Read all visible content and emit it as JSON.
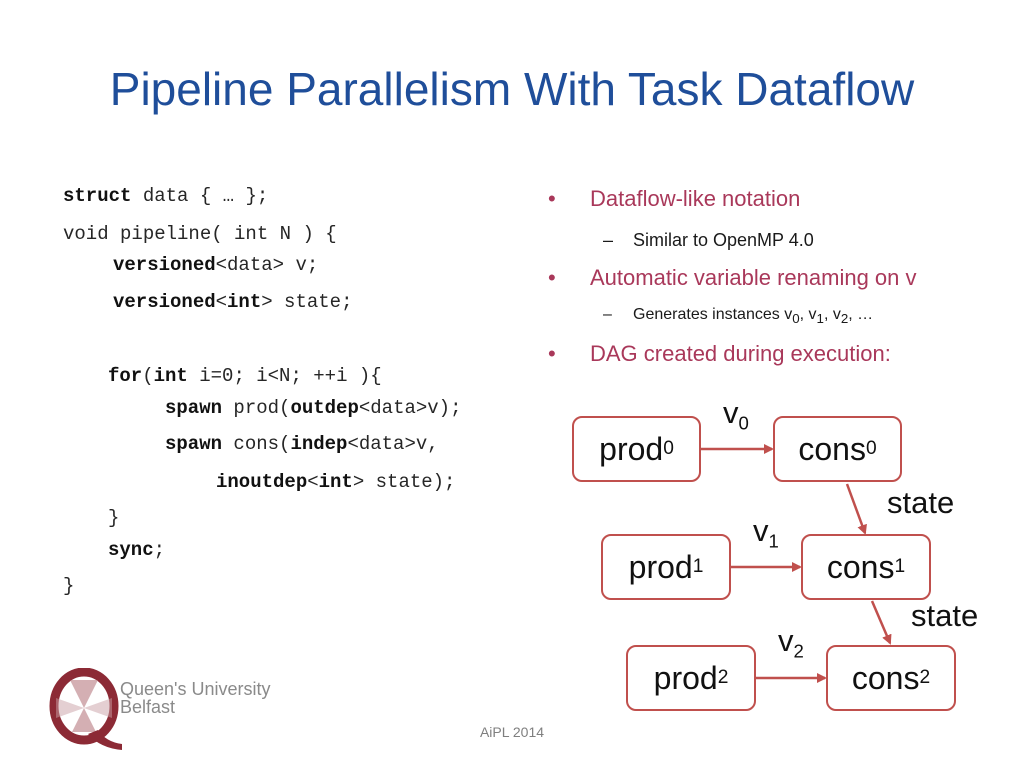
{
  "title": "Pipeline Parallelism With Task Dataflow",
  "code": {
    "l1_kw": "struct",
    "l1_rest": " data { … };",
    "l2": "void pipeline( int N ) {",
    "l3_kw": "versioned",
    "l3_rest": "<data> v;",
    "l4_kw": "versioned",
    "l4_lt": "<",
    "l4_int": "int",
    "l4_rest": "> state;",
    "l5_for": "for",
    "l5_paren": "(",
    "l5_int": "int",
    "l5_rest": " i=0; i<N; ++i ){",
    "l6_kw": "spawn",
    "l6_a": " prod(",
    "l6_kw2": "outdep",
    "l6_rest": "<data>v);",
    "l7_kw": "spawn",
    "l7_a": " cons(",
    "l7_kw2": "indep",
    "l7_rest": "<data>v,",
    "l8_kw": "inoutdep",
    "l8_lt": "<",
    "l8_int": "int",
    "l8_rest": "> state);",
    "l9": "}",
    "l10_kw": "sync",
    "l10_rest": ";",
    "l11": "}"
  },
  "bullets": {
    "b1": "Dataflow-like notation",
    "b1_sub": "Similar to OpenMP 4.0",
    "b2": "Automatic variable renaming on v",
    "b2_sub_prefix": "Generates instances v",
    "b2_sub_0": "0",
    "b2_sub_sep1": ", v",
    "b2_sub_1": "1",
    "b2_sub_sep2": ", v",
    "b2_sub_2": "2",
    "b2_sub_suffix": ", …",
    "b3": "DAG created during execution:",
    "bullet_glyph": "•",
    "dash_glyph": "–"
  },
  "dag": {
    "prod": "prod",
    "cons": "cons",
    "v": "v",
    "state": "state",
    "idx0": "0",
    "idx1": "1",
    "idx2": "2"
  },
  "logo": {
    "line1": "Queen's University",
    "line2": "Belfast",
    "letter": "Q"
  },
  "footer": "AiPL 2014",
  "colors": {
    "title": "#1f4e9a",
    "bullet": "#a9385a",
    "node_border": "#c0504d",
    "edge": "#c0504d",
    "logo": "#8c2a35"
  }
}
